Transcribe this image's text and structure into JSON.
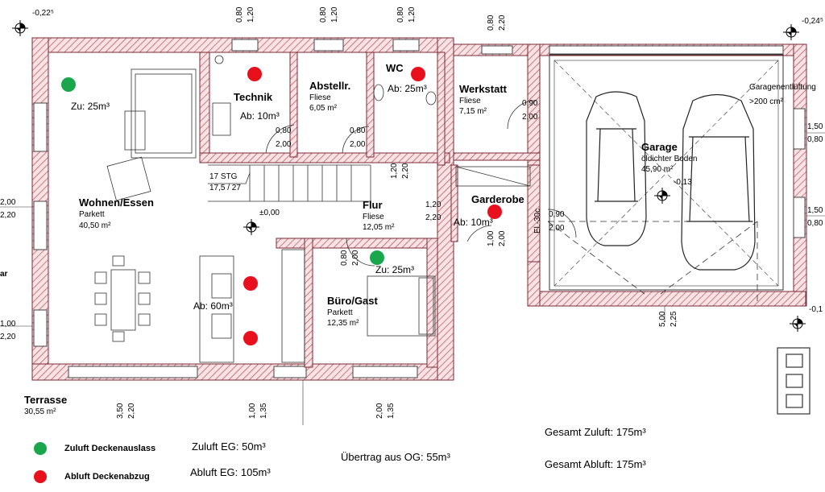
{
  "rooms": {
    "wohnen": {
      "name": "Wohnen/Essen",
      "floor": "Parkett",
      "area": "40,50 m²"
    },
    "technik": {
      "name": "Technik"
    },
    "abstell": {
      "name": "Abstellr.",
      "floor": "Fliese",
      "area": "6,05 m²"
    },
    "wc": {
      "name": "WC"
    },
    "werkstatt": {
      "name": "Werkstatt",
      "floor": "Fliese",
      "area": "7,15 m²"
    },
    "garage": {
      "name": "Garage",
      "floor": "öldichter Boden",
      "area": "45,90 m²"
    },
    "flur": {
      "name": "Flur",
      "floor": "Fliese",
      "area": "12,05 m²"
    },
    "garderobe": {
      "name": "Garderobe"
    },
    "buero": {
      "name": "Büro/Gast",
      "floor": "Parkett",
      "area": "12,35 m²"
    },
    "terrasse": {
      "name": "Terrasse",
      "area": "30,55 m²"
    }
  },
  "air_labels": {
    "wohnen_zu": "Zu: 25m³",
    "technik_ab": "Ab: 10m³",
    "wc_ab": "Ab: 25m³",
    "kueche_ab": "Ab: 60m³",
    "garderobe_ab": "Ab: 10m³",
    "buero_zu": "Zu: 25m³",
    "garage_vent": "Garagenentlüftung",
    "garage_vent_size": ">200 cm²"
  },
  "stairs": {
    "count": "17 STG",
    "ratio": "17,5 / 27"
  },
  "levels": {
    "floor": "±0,00",
    "garage": "-0,13",
    "top_left": "-0,22⁵",
    "top_right": "-0,24⁵",
    "right_lower": "-0,1"
  },
  "dimensions": {
    "top1_a": "0,80",
    "top1_b": "1,20",
    "top2_a": "0,80",
    "top2_b": "1,20",
    "top3_a": "0,80",
    "top3_b": "1,20",
    "top4_a": "0,80",
    "top4_b": "2,20",
    "left1_a": "2,00",
    "left1_b": "2,20",
    "left2_a": "1,00",
    "left2_b": "2,20",
    "right1_a": "1,50",
    "right1_b": "0,80",
    "right2_a": "1,50",
    "right2_b": "0,80",
    "tech_door_a": "0,80",
    "tech_door_b": "2,00",
    "abst_door_a": "0,80",
    "abst_door_b": "2,00",
    "werk_door_a": "0,90",
    "werk_door_b": "2,00",
    "flur_a": "1,20",
    "flur_b": "2,20",
    "flur_side_a": "1,20",
    "flur_side_b": "2,20",
    "gard_door_a": "0,90",
    "gard_door_b": "2,00",
    "gard_el": "El.-30c",
    "gard_v_a": "1,00",
    "gard_v_b": "2,00",
    "buero_door_a": "0,80",
    "buero_door_b": "2,00",
    "bot1_a": "3,50",
    "bot1_b": "2,20",
    "bot2_a": "1,00",
    "bot2_b": "1,35",
    "bot3_a": "2,00",
    "bot3_b": "1,35",
    "garage_a": "5,00",
    "garage_b": "2,25",
    "edge_left_top": "2",
    "edge_left_bot": "2",
    "edge_ar": "ar"
  },
  "legend": {
    "zuluft": "Zuluft Deckenauslass",
    "abluft": "Abluft Deckenabzug",
    "zuluft_color": "#1aa64a",
    "abluft_color": "#e8101c"
  },
  "totals": {
    "zuluft_eg": "Zuluft EG: 50m³",
    "abluft_eg": "Abluft EG: 105m³",
    "uebertrag": "Übertrag aus OG: 55m³",
    "gesamt_zuluft": "Gesamt Zuluft: 175m³",
    "gesamt_abluft": "Gesamt Abluft: 175m³"
  }
}
